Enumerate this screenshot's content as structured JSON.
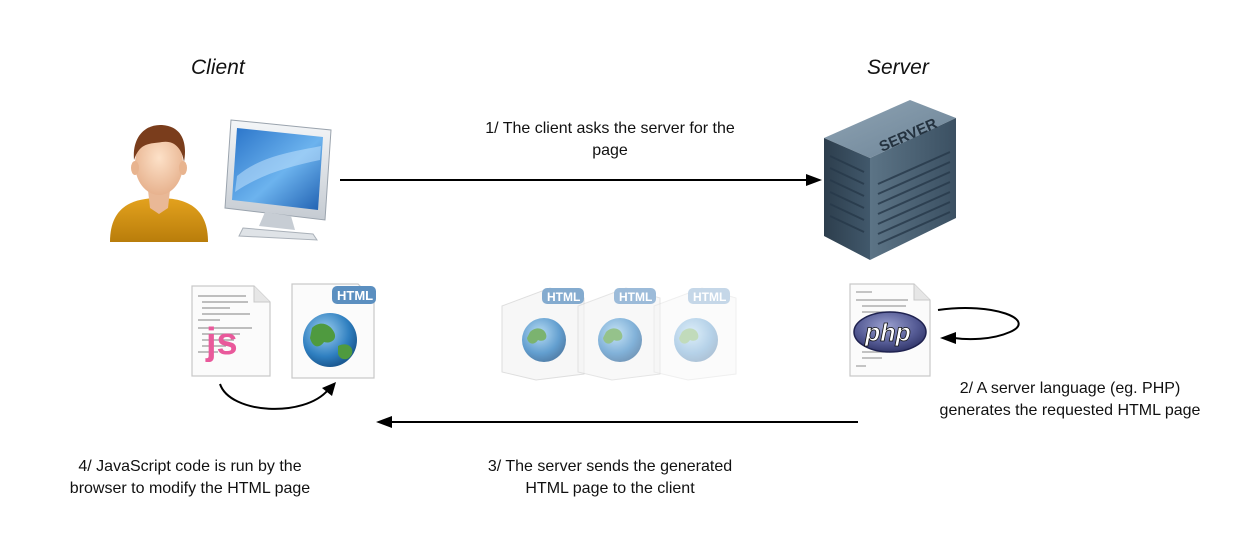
{
  "headings": {
    "client": "Client",
    "server": "Server"
  },
  "steps": {
    "step1": {
      "line1": "1/ The client asks the server for the",
      "line2": "page"
    },
    "step2": {
      "line1": "2/ A server language (eg. PHP)",
      "line2": "generates the requested HTML page"
    },
    "step3": {
      "line1": "3/ The server sends the generated",
      "line2": "HTML page to the client"
    },
    "step4": {
      "line1": "4/ JavaScript code is run by the",
      "line2": "browser to modify the HTML page"
    }
  },
  "icons": {
    "server_label": "SERVER",
    "html_badge": "HTML",
    "js_badge": "JS",
    "php_badge": "php"
  },
  "colors": {
    "arrow": "#000000",
    "html_badge": "#5b8fc0",
    "js_pink": "#e9599b",
    "php_purple": "#555b95",
    "server_body": "#3f5567",
    "user_shirt": "#d4940f"
  }
}
